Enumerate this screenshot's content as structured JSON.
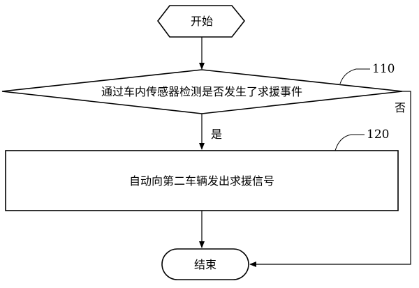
{
  "flowchart": {
    "start": {
      "label": "开始"
    },
    "decision": {
      "label": "通过车内传感器检测是否发生了求援事件",
      "ref": "110",
      "yes_label": "是",
      "no_label": "否"
    },
    "process": {
      "label": "自动向第二车辆发出求援信号",
      "ref": "120"
    },
    "end": {
      "label": "结束"
    }
  }
}
